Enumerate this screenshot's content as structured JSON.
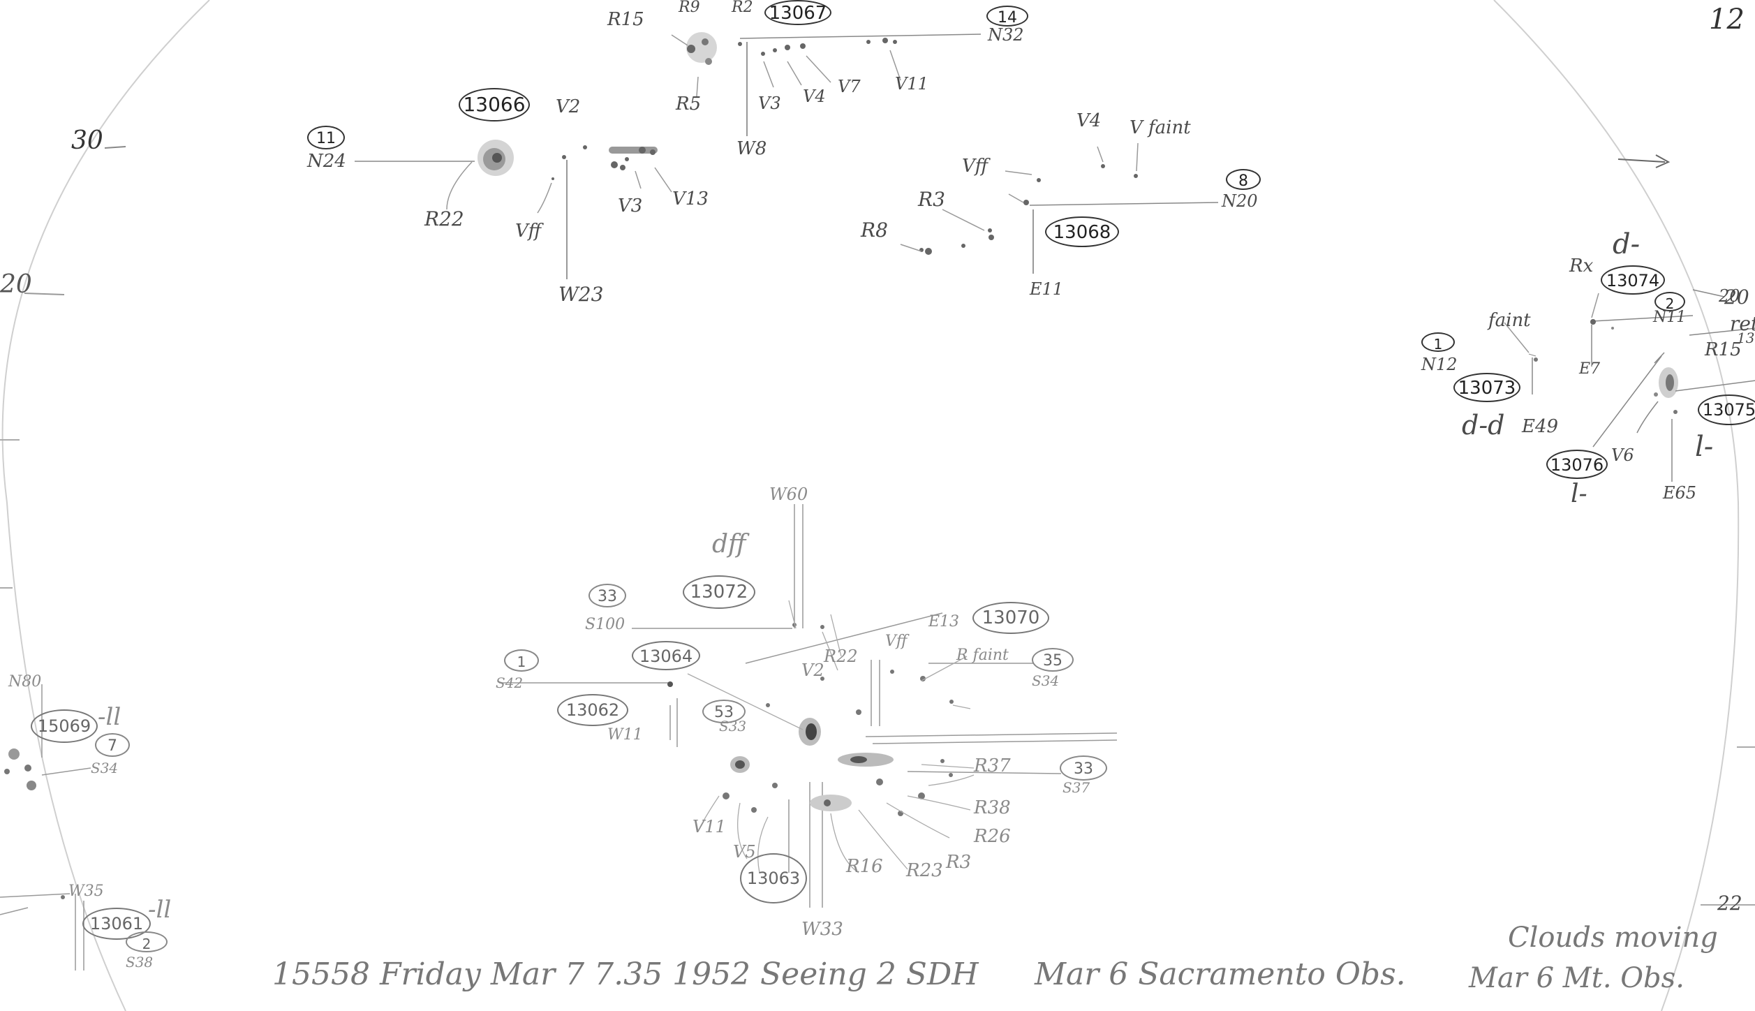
{
  "corner_label": "12",
  "ticks": {
    "left_30": "30",
    "left_20": "20",
    "right_20": "20",
    "right_22": "22"
  },
  "groups": {
    "g13066": {
      "id": "13066",
      "tag": "11",
      "north": "N24",
      "west": "W23",
      "spots": [
        "V2",
        "V13",
        "V3",
        "Vff",
        "R22"
      ]
    },
    "g13067": {
      "id": "13067",
      "tag": "14",
      "north": "N32",
      "west": "W8",
      "spots": [
        "R15",
        "R9",
        "R2",
        "R5",
        "V3",
        "V4",
        "V7",
        "V11"
      ]
    },
    "g13068": {
      "id": "13068",
      "tag": "8",
      "north": "N20",
      "east": "E11",
      "spots": [
        "V4",
        "V faint",
        "Vff",
        "R3",
        "R8"
      ]
    },
    "g13073": {
      "id": "13073",
      "tag": "1",
      "north": "N12",
      "east": "E49",
      "note_faint": "faint",
      "rating": "d-d"
    },
    "g13074": {
      "id": "13074",
      "tag": "2",
      "north": "N11",
      "east": "E7",
      "rating": "d-",
      "spot": "Rx",
      "arrow_note": "20"
    },
    "g13075": {
      "id": "13075",
      "rating": "l-",
      "note": "ret",
      "sub": "13"
    },
    "g13076": {
      "id": "13076",
      "rating": "l-",
      "spot_v": "V6",
      "spot_r": "R15",
      "east": "E65"
    },
    "g13070": {
      "id": "13070",
      "tag": "35",
      "south": "S34",
      "east": "E13",
      "spots": [
        "Vff",
        "R faint"
      ]
    },
    "g13072": {
      "id": "13072",
      "tag": "33",
      "south": "S100",
      "west": "W60",
      "rating": "dff"
    },
    "g13064": {
      "id": "13064",
      "tag": "1",
      "south": "S42"
    },
    "g13062": {
      "id": "13062",
      "tag": "53",
      "south": "S33",
      "west": "W11"
    },
    "g13063": {
      "id": "13063",
      "tag": "33",
      "south": "S37",
      "west": "W33",
      "spots": [
        "V2",
        "R22",
        "R37",
        "R38",
        "R26",
        "R3",
        "R16",
        "R23",
        "V11",
        "V5"
      ]
    },
    "g15069": {
      "id": "15069",
      "tag": "7",
      "north": "N80",
      "south": "S34",
      "rating": "-ll"
    },
    "g13061": {
      "id": "13061",
      "tag": "2",
      "west": "W35",
      "south": "S38",
      "rating": "-ll"
    }
  },
  "footer": {
    "left": "15558 Friday Mar 7 7.35 1952 Seeing 2 SDH",
    "middle": "Mar 6 Sacramento Obs.",
    "right_top": "Clouds moving",
    "right": "Mar 6 Mt. Obs."
  }
}
